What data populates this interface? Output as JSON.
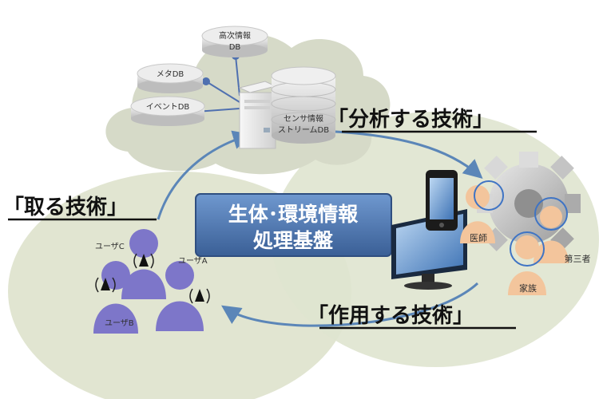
{
  "databases": {
    "high_order": [
      "高次情報",
      "DB"
    ],
    "meta": "メタDB",
    "event": "イベントDB",
    "sensor_stream": [
      "センサ情報",
      "ストリームDB"
    ]
  },
  "techniques": {
    "acquire": "「取る技術」",
    "analyze": "「分析する技術」",
    "act": "「作用する技術」"
  },
  "core_platform": [
    "生体･環境情報",
    "処理基盤"
  ],
  "users": {
    "user_a": "ユーザA",
    "user_b": "ユーザB",
    "user_c": "ユーザC"
  },
  "roles": {
    "doctor": "医師",
    "family": "家族",
    "third_party": "第三者"
  },
  "colors": {
    "region_fill": "#dfe4cf",
    "cloud_fill": "#d8dcca",
    "core_box": "#4a74ad",
    "arrow": "#5b86b8",
    "user_fill": "#7d76c9",
    "person_fill": "#f3c59c"
  }
}
